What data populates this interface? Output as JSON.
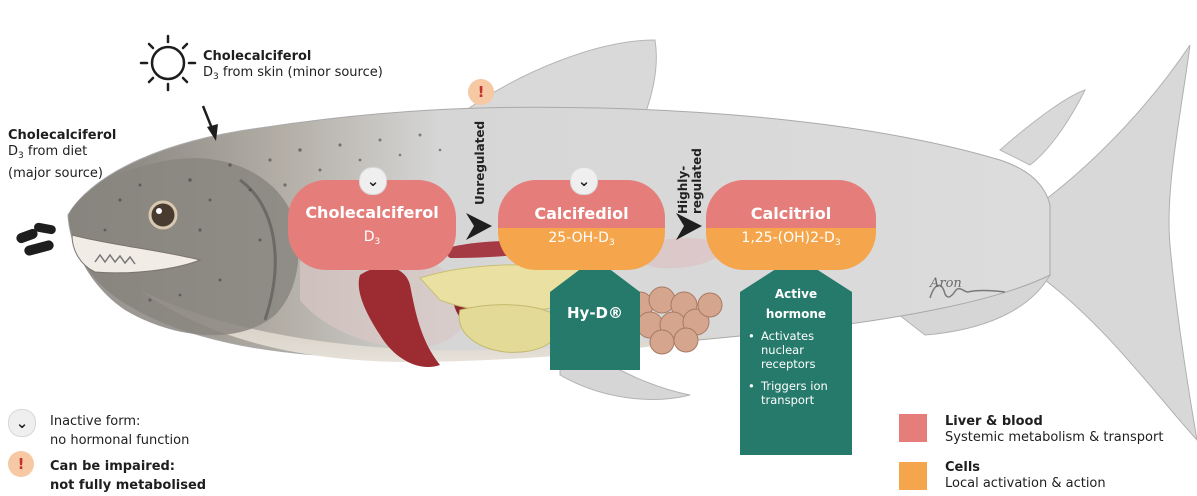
{
  "sun_source": {
    "title": "Cholecalciferol",
    "sub_prefix": "D",
    "sub_index": "3",
    "sub_suffix": " from skin (minor source)"
  },
  "diet_source": {
    "title": "Cholecalciferol",
    "line1_prefix": "D",
    "line1_index": "3",
    "line1_suffix": " from diet",
    "line2": "(major source)"
  },
  "steps": [
    {
      "name": "Cholecalciferol",
      "formula_prefix": "D",
      "formula_index": "3"
    },
    {
      "name": "Calcifediol",
      "formula_prefix": "25-OH-D",
      "formula_index": "3"
    },
    {
      "name": "Calcitriol",
      "formula_prefix": "1,25-(OH)2-D",
      "formula_index": "3"
    }
  ],
  "transitions": [
    {
      "label": "Unregulated"
    },
    {
      "label": "Highly-\nregulated"
    }
  ],
  "badges": {
    "inactive_symbol": "⌄",
    "warning_symbol": "!"
  },
  "product": {
    "label": "Hy-D®"
  },
  "active_hormone": {
    "title": "Active\nhormone",
    "bullets": [
      "Activates\nnuclear\nreceptors",
      "Triggers ion\ntransport"
    ]
  },
  "signature": "Aron",
  "legend_symbols": [
    {
      "line1": "Inactive form:",
      "line2": "no hormonal function"
    },
    {
      "line1": "Can be impaired:",
      "line2": "not fully metabolised"
    }
  ],
  "legend_colors": [
    {
      "title": "Liver & blood",
      "desc": "Systemic metabolism & transport",
      "color": "#e57e7a"
    },
    {
      "title": "Cells",
      "desc": "Local activation & action",
      "color": "#f5a54b"
    }
  ],
  "colors": {
    "teal": "#267a6b",
    "liver": "#e57e7a",
    "cells": "#f5a54b"
  }
}
